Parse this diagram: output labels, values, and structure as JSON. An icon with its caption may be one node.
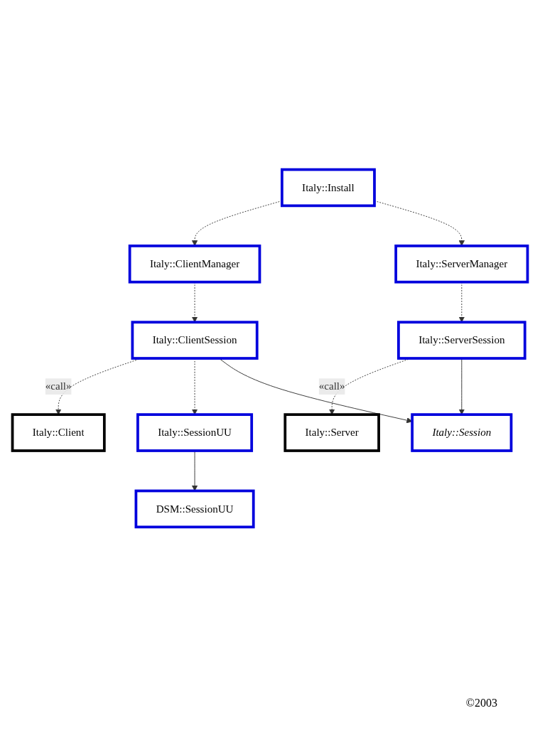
{
  "diagram": {
    "nodes": [
      {
        "text": [
          "Italy::Install"
        ]
      },
      {
        "text": [
          "Italy::ClientManager"
        ]
      },
      {
        "text": [
          "Italy::ServerManager"
        ]
      },
      {
        "text": [
          "Italy::ClientSession"
        ]
      },
      {
        "text": [
          "Italy::ServerSession"
        ]
      },
      {
        "text": [
          "Italy::Client"
        ]
      },
      {
        "text": [
          "Italy::Server"
        ]
      },
      {
        "text": [
          "Italy::SessionUU"
        ]
      },
      {
        "text": [
          "Italy::Session"
        ]
      },
      {
        "text": [
          "DSM::SessionUU"
        ]
      }
    ],
    "edges": [
      {
        "from": 0,
        "to": 1,
        "arrow": "to",
        "style": "dashed"
      },
      {
        "from": 0,
        "to": 2,
        "arrow": "to",
        "style": "dashed"
      },
      {
        "from": 1,
        "to": 3,
        "arrow": "to",
        "style": "dashed"
      },
      {
        "from": 2,
        "to": 4,
        "arrow": "to",
        "style": "dashed"
      },
      {
        "from": 3,
        "to": 5,
        "arrow": "to",
        "style": "dashed",
        "label": "«call»"
      },
      {
        "from": 4,
        "to": 6,
        "arrow": "to",
        "style": "dashed",
        "label": "«call»"
      },
      {
        "from": 3,
        "to": 7,
        "arrow": "to",
        "style": "dashed"
      },
      {
        "from": 3,
        "to": 8,
        "arrow": "to"
      },
      {
        "from": 4,
        "to": 8,
        "arrow": "to"
      },
      {
        "from": 7,
        "to": 9,
        "arrow": "to"
      }
    ],
    "labels": [
      "©2003"
    ]
  }
}
